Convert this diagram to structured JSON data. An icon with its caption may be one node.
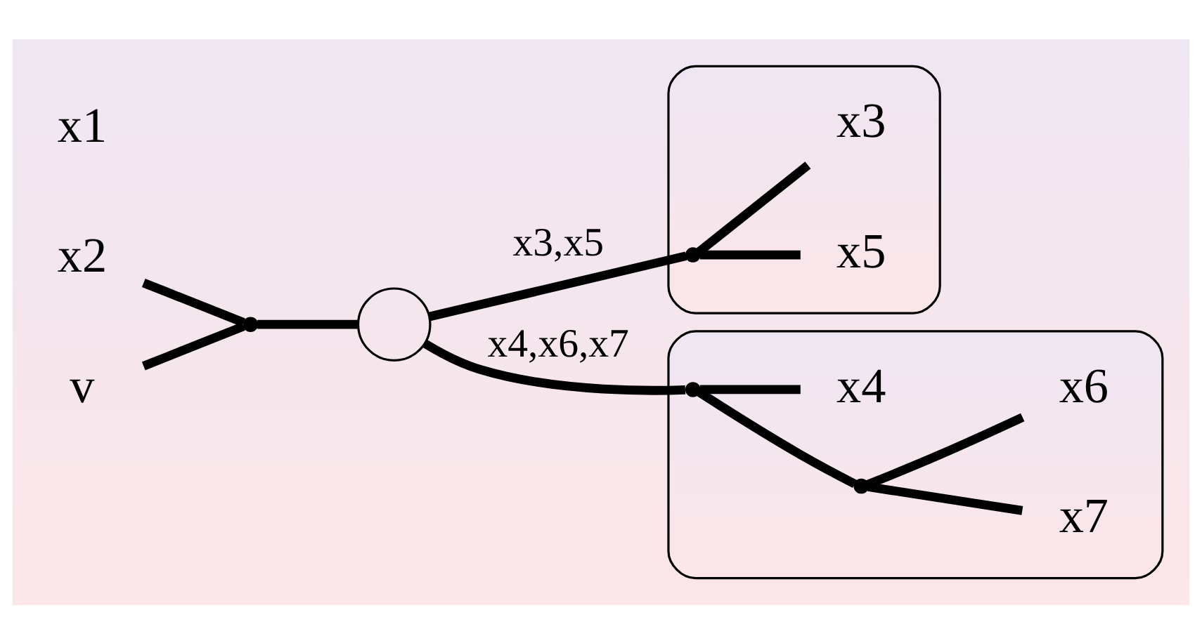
{
  "diagram": {
    "nodes": [
      {
        "text": [
          "x2"
        ]
      },
      {
        "text": [
          "v"
        ]
      },
      {
        "text": [],
        "shape": "point"
      },
      {
        "text": [],
        "shape": "circle"
      },
      {
        "text": [],
        "shape": "ellipse"
      },
      {
        "text": [],
        "shape": "point",
        "in": 4
      },
      {
        "text": [
          "x5"
        ],
        "in": 4
      },
      {
        "text": [
          "x3"
        ],
        "in": 4
      },
      {
        "text": [],
        "shape": "ellipse"
      },
      {
        "text": [],
        "shape": "point",
        "in": 8
      },
      {
        "text": [],
        "shape": "point",
        "in": 8
      },
      {
        "text": [
          "x4"
        ],
        "in": 8
      },
      {
        "text": [
          "x7"
        ],
        "in": 8
      },
      {
        "text": [
          "x6"
        ],
        "in": 8
      }
    ],
    "edges": [
      {
        "from": 0,
        "to": 2,
        "arrow": "none"
      },
      {
        "from": 1,
        "to": 2,
        "arrow": "none"
      },
      {
        "from": 2,
        "to": 3,
        "arrow": "none"
      },
      {
        "from": 3,
        "to": 5,
        "arrow": "none",
        "label": "x3,x5"
      },
      {
        "from": 5,
        "to": 6,
        "arrow": "none"
      },
      {
        "from": 5,
        "to": 7,
        "arrow": "none"
      },
      {
        "from": 3,
        "to": 9,
        "arrow": "none",
        "label": "x4,x6,x7"
      },
      {
        "from": 9,
        "to": 11,
        "arrow": "none"
      },
      {
        "from": 9,
        "to": 10,
        "arrow": "none"
      },
      {
        "from": 10,
        "to": 12,
        "arrow": "none"
      },
      {
        "from": 10,
        "to": 13,
        "arrow": "none"
      }
    ],
    "labels": [
      "x1"
    ]
  }
}
